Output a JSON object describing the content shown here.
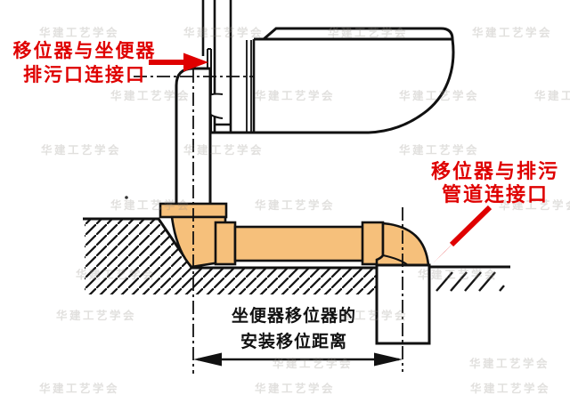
{
  "colors": {
    "pipe_fill": "#F6C07B",
    "annotation_red": "#DF0000",
    "ink": "#141414"
  },
  "labels": {
    "toilet_connection": {
      "line1": "移位器与坐便器",
      "line2": "排污口连接口"
    },
    "drain_connection": {
      "line1": "移位器与排污",
      "line2": "管道连接口"
    },
    "dimension_note": {
      "line1": "坐便器移位器的",
      "line2": "安装移位距离"
    }
  },
  "watermark_text": "华建工艺学会"
}
